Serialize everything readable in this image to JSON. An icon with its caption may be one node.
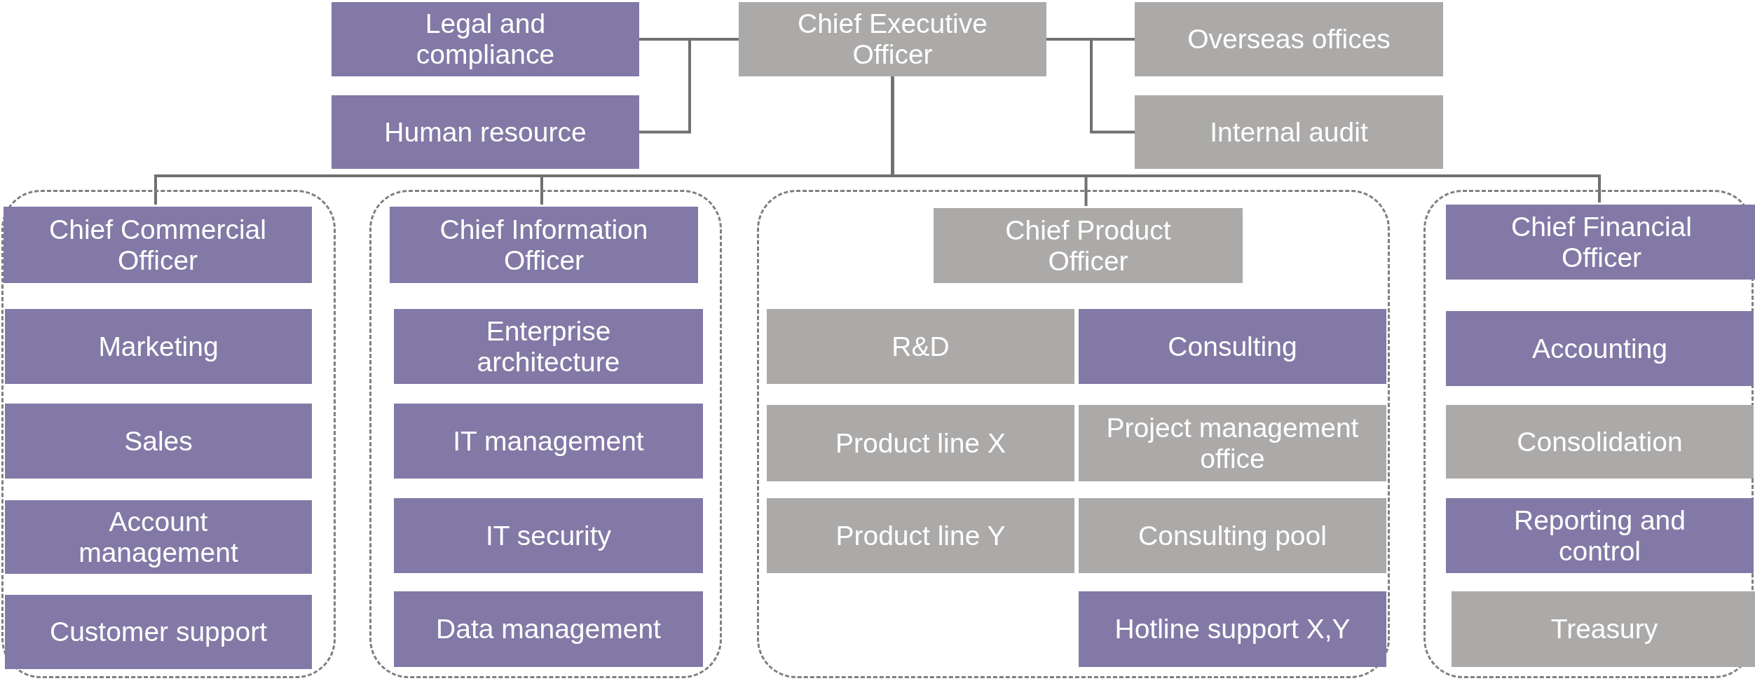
{
  "diagram": {
    "nodes": [
      {
        "text": [
          "Legal and compliance"
        ]
      },
      {
        "text": [
          "Chief Executive Officer"
        ]
      },
      {
        "text": [
          "Overseas offices"
        ]
      },
      {
        "text": [
          "Human resource"
        ]
      },
      {
        "text": [
          "Internal audit"
        ]
      },
      {
        "text": [],
        "shape": "box"
      },
      {
        "text": [
          "Chief Commercial Officer"
        ],
        "in": 5
      },
      {
        "text": [
          "Marketing"
        ],
        "in": 5
      },
      {
        "text": [
          "Sales"
        ],
        "in": 5
      },
      {
        "text": [
          "Account management"
        ],
        "in": 5
      },
      {
        "text": [
          "Customer support"
        ],
        "in": 5
      },
      {
        "text": [],
        "shape": "box"
      },
      {
        "text": [
          "Chief Information Officer"
        ],
        "in": 11
      },
      {
        "text": [
          "Enterprise architecture"
        ],
        "in": 11
      },
      {
        "text": [
          "IT management"
        ],
        "in": 11
      },
      {
        "text": [
          "IT security"
        ],
        "in": 11
      },
      {
        "text": [
          "Data management"
        ],
        "in": 11
      },
      {
        "text": [],
        "shape": "box"
      },
      {
        "text": [
          "Chief Product Officer"
        ],
        "in": 17
      },
      {
        "text": [
          "R&D"
        ],
        "in": 17
      },
      {
        "text": [
          "Consulting"
        ],
        "in": 17
      },
      {
        "text": [
          "Product line X"
        ],
        "in": 17
      },
      {
        "text": [
          "Project management office"
        ],
        "in": 17
      },
      {
        "text": [
          "Product line Y"
        ],
        "in": 17
      },
      {
        "text": [
          "Consulting pool"
        ],
        "in": 17
      },
      {
        "text": [
          "Hotline support X,Y"
        ],
        "in": 17
      },
      {
        "text": [],
        "shape": "box"
      },
      {
        "text": [
          "Chief Financial Officer"
        ],
        "in": 26
      },
      {
        "text": [
          "Accounting"
        ],
        "in": 26
      },
      {
        "text": [
          "Consolidation"
        ],
        "in": 26
      },
      {
        "text": [
          "Reporting and control"
        ],
        "in": 26
      },
      {
        "text": [
          "Treasury"
        ],
        "in": 26
      }
    ],
    "edges": [
      {
        "from": 1,
        "to": 0,
        "arrow": "none"
      },
      {
        "from": 1,
        "to": 3,
        "arrow": "none"
      },
      {
        "from": 1,
        "to": 2,
        "arrow": "none"
      },
      {
        "from": 1,
        "to": 4,
        "arrow": "none"
      },
      {
        "from": 1,
        "to": 6,
        "arrow": "none"
      },
      {
        "from": 1,
        "to": 12,
        "arrow": "none"
      },
      {
        "from": 1,
        "to": 18,
        "arrow": "none"
      },
      {
        "from": 1,
        "to": 27,
        "arrow": "none"
      }
    ]
  }
}
